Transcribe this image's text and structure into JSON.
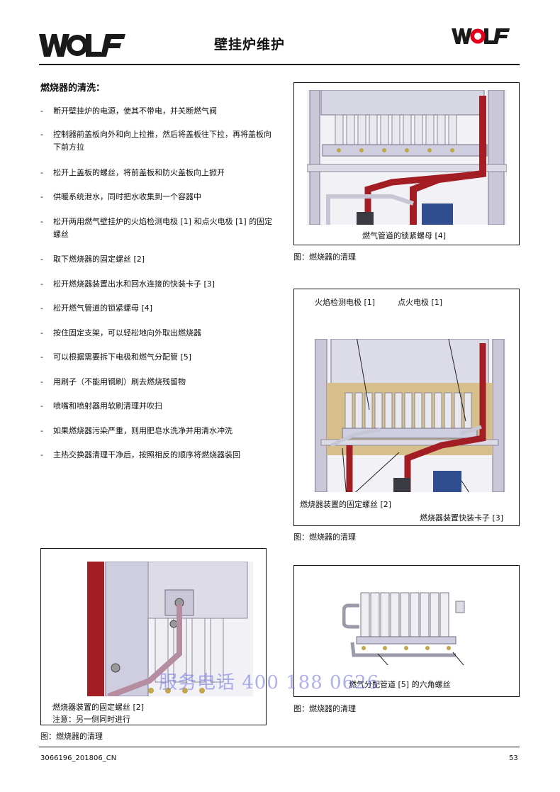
{
  "header": {
    "brand_left": "WOLF",
    "brand_right": "WOLF",
    "title": "壁挂炉维护"
  },
  "section": {
    "heading": "燃烧器的清洗："
  },
  "steps": [
    {
      "dash": "-",
      "text": "断开壁挂炉的电源，使其不带电，并关断燃气阀"
    },
    {
      "dash": "-",
      "text": "控制器前盖板向外和向上拉推，然后将盖板往下拉，再将盖板向下前方拉"
    },
    {
      "dash": "-",
      "text": "松开上盖板的螺丝，将前盖板和防火盖板向上掀开"
    },
    {
      "dash": "-",
      "text": "供暖系统泄水，同时把水收集到一个容器中"
    },
    {
      "dash": "-",
      "text": "松开两用燃气壁挂炉的火焰检测电极 [1] 和点火电极 [1] 的固定螺丝"
    },
    {
      "dash": "-",
      "text": "取下燃烧器的固定螺丝 [2]"
    },
    {
      "dash": "-",
      "text": "松开燃烧器装置出水和回水连接的快装卡子 [3]"
    },
    {
      "dash": "-",
      "text": "松开燃气管道的锁紧螺母 [4]"
    },
    {
      "dash": "-",
      "text": "按住固定支架，可以轻松地向外取出燃烧器"
    },
    {
      "dash": "-",
      "text": "可以根据需要拆下电极和燃气分配管 [5]"
    },
    {
      "dash": "-",
      "text": "用刷子（不能用钢刷）刷去燃烧残留物"
    },
    {
      "dash": "-",
      "text": "喷嘴和喷射器用软刷清理并吹扫"
    },
    {
      "dash": "-",
      "text": "如果燃烧器污染严重，则用肥皂水洗净并用清水冲洗"
    },
    {
      "dash": "-",
      "text": "主热交换器清理干净后，按照相反的顺序将燃烧器装回"
    }
  ],
  "figures": {
    "fig1": {
      "label": "燃气管道的锁紧螺母 [4]",
      "caption": "图：燃烧器的清理"
    },
    "fig2": {
      "label_flame": "火焰检测电极 [1]",
      "label_ignition": "点火电极 [1]",
      "label_screw": "燃烧器装置的固定螺丝 [2]",
      "label_clip": "燃烧器装置快装卡子 [3]",
      "caption": "图：燃烧器的清理"
    },
    "fig3": {
      "label": "燃烧器装置的固定螺丝 [2]",
      "note": "注意：另一侧同时进行",
      "caption": "图：燃烧器的清理"
    },
    "fig4": {
      "label": "燃气分配管道 [5] 的六角螺丝",
      "caption": "图：燃烧器的清理"
    }
  },
  "footer": {
    "doc_number": "3066196_201806_CN",
    "page_number": "53"
  },
  "watermark": "服务电话 400 188 0626",
  "colors": {
    "brand_black": "#1a1a1a",
    "brand_red": "#e2001a",
    "pipe_red": "#a31d24",
    "frame_gray": "#b9b6cc",
    "watermark": "#6e6edc"
  }
}
